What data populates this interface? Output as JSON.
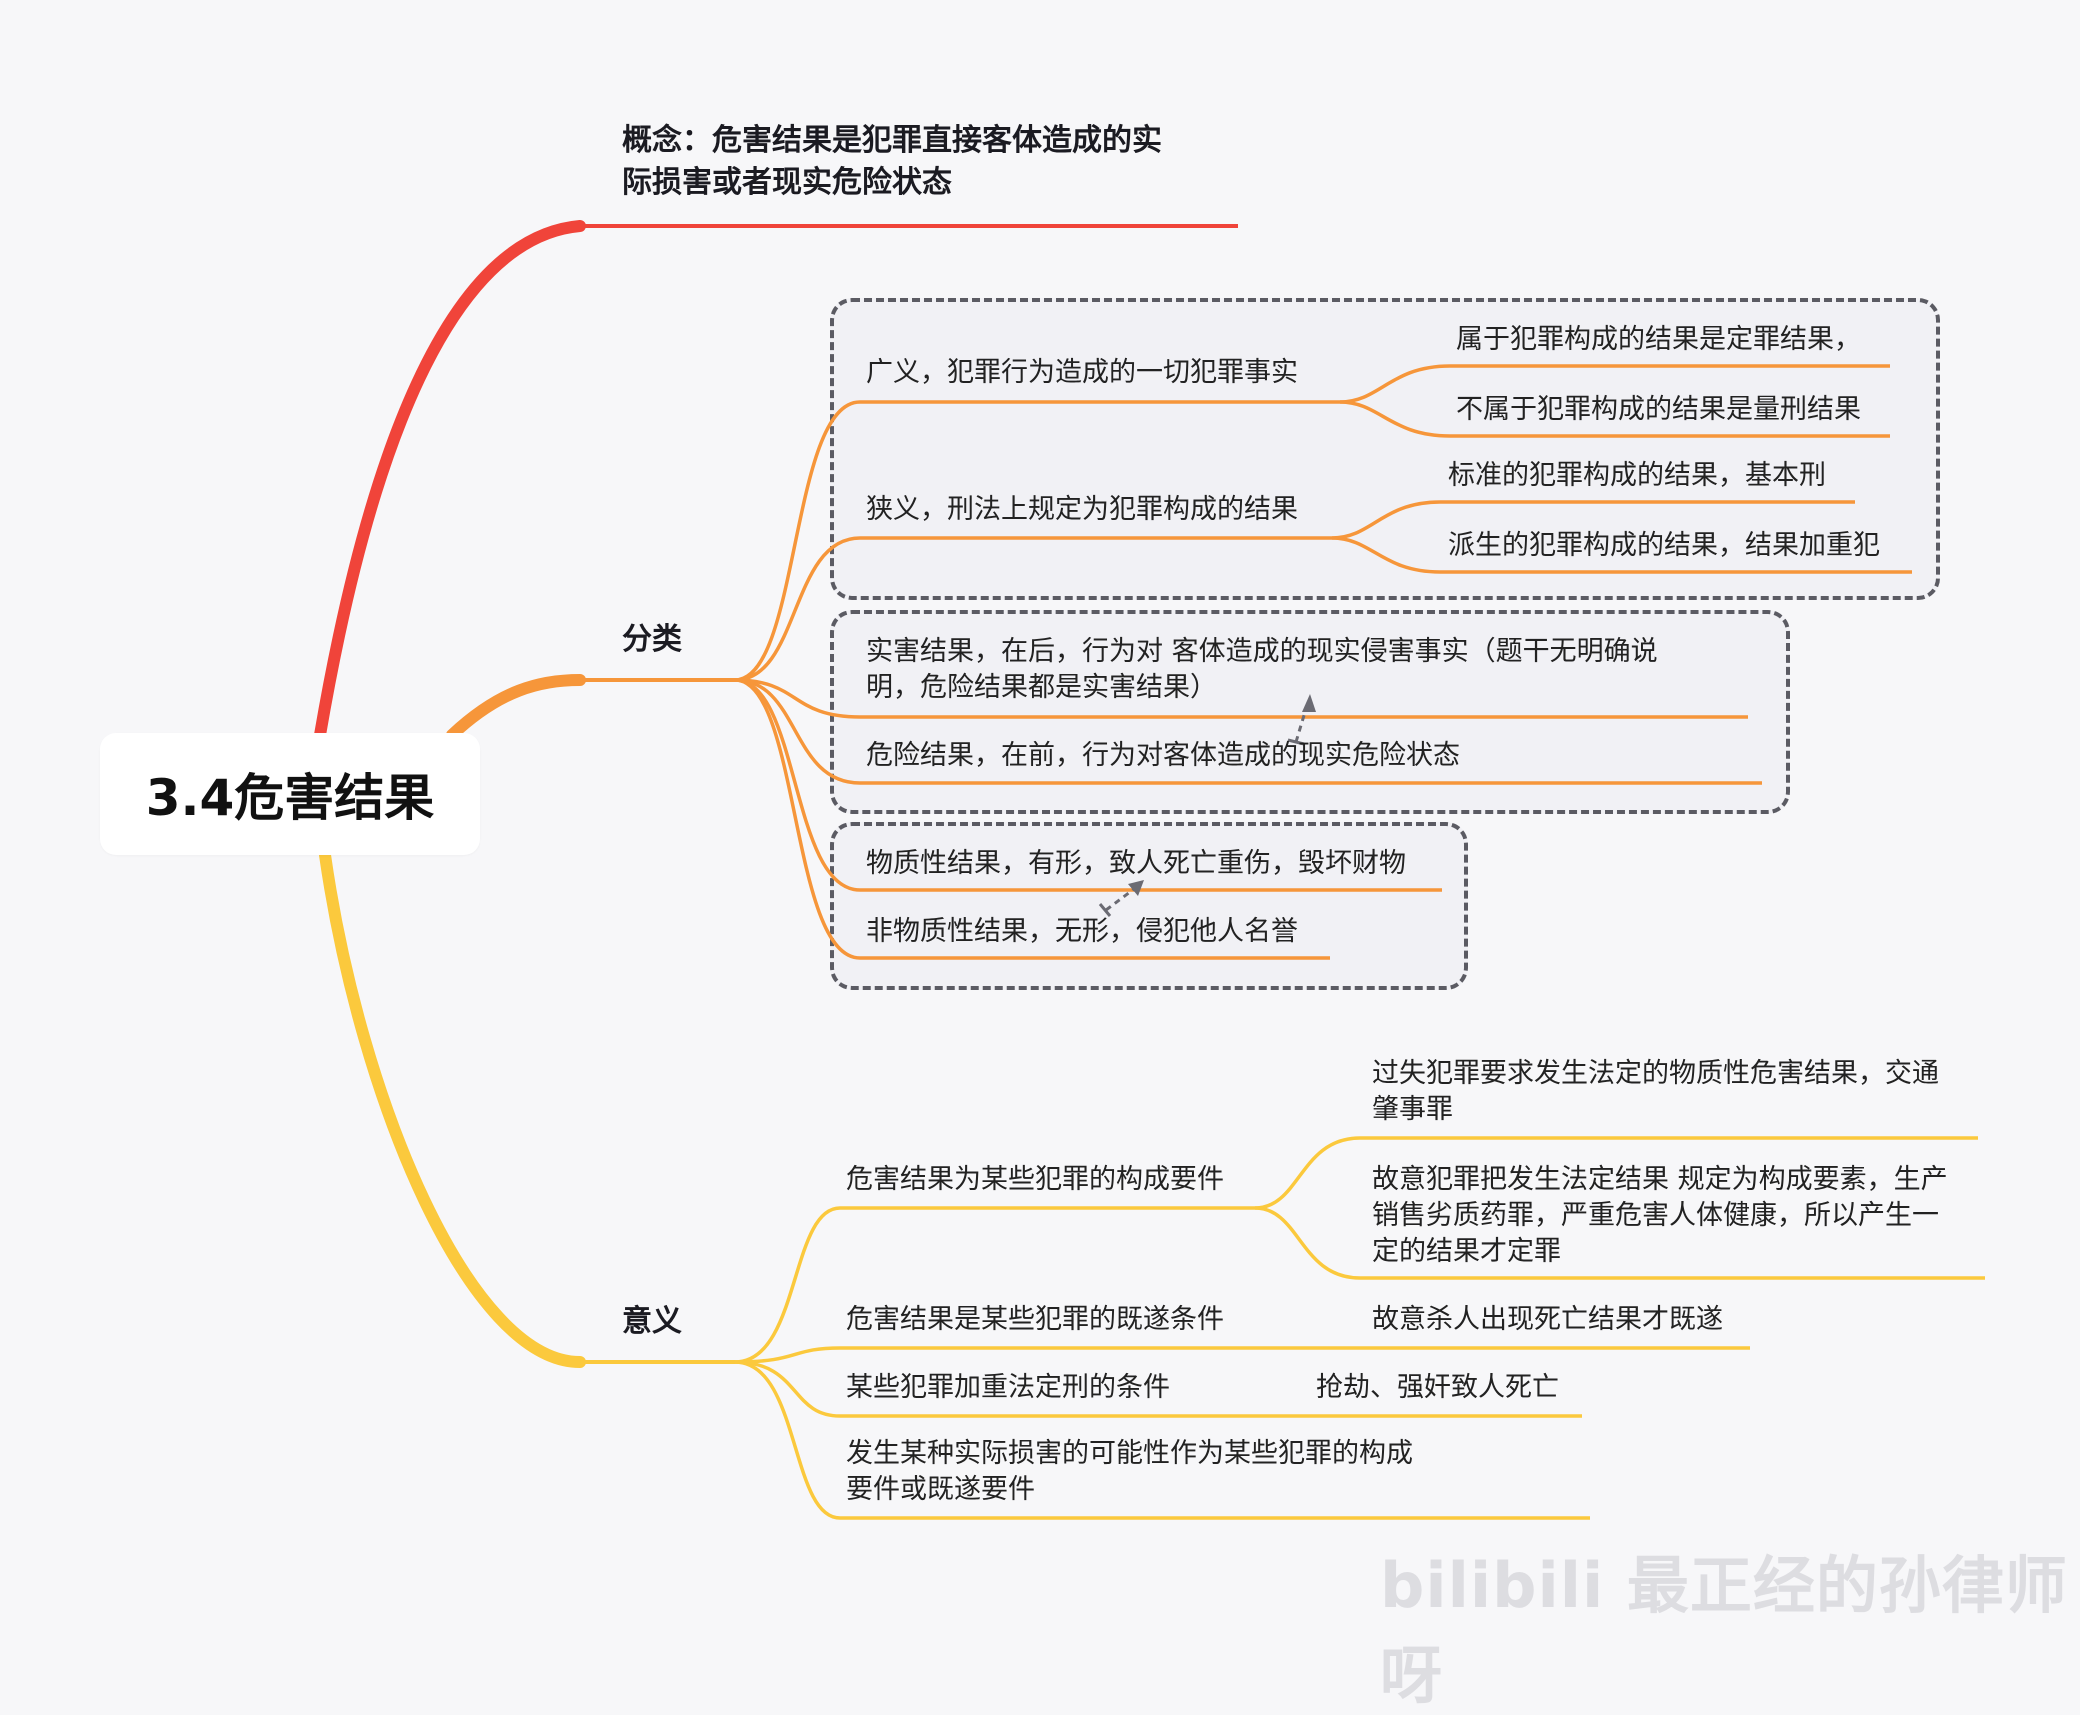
{
  "root": {
    "label": "3.4危害结果"
  },
  "concept": {
    "label_line1": "概念：危害结果是犯罪直接客体造成的实",
    "label_line2": "际损害或者现实危险状态"
  },
  "classification": {
    "label": "分类",
    "broad": {
      "label": "广义，犯罪行为造成的一切犯罪事实",
      "children": [
        "属于犯罪构成的结果是定罪结果，",
        "不属于犯罪构成的结果是量刑结果"
      ]
    },
    "narrow": {
      "label": "狭义，刑法上规定为犯罪构成的结果",
      "children": [
        "标准的犯罪构成的结果，基本刑",
        "派生的犯罪构成的结果，结果加重犯"
      ]
    },
    "actual": {
      "line1": "实害结果，在后，行为对 客体造成的现实侵害事实（题干无明确说",
      "line2": "明，危险结果都是实害结果）"
    },
    "danger": {
      "label": "危险结果，在前，行为对客体造成的现实危险状态"
    },
    "material": {
      "label": "物质性结果，有形，致人死亡重伤，毁坏财物"
    },
    "immaterial": {
      "label": "非物质性结果，无形，侵犯他人名誉"
    }
  },
  "significance": {
    "label": "意义",
    "element": {
      "label": "危害结果为某些犯罪的构成要件",
      "child1_line1": "过失犯罪要求发生法定的物质性危害结果，交通",
      "child1_line2": "肇事罪",
      "child2_line1": "故意犯罪把发生法定结果 规定为构成要素，生产",
      "child2_line2": "销售劣质药罪，严重危害人体健康，所以产生一",
      "child2_line3": "定的结果才定罪"
    },
    "completion": {
      "label": "危害结果是某些犯罪的既遂条件",
      "child": "故意杀人出现死亡结果才既遂"
    },
    "aggravation": {
      "label": "某些犯罪加重法定刑的条件",
      "child": "抢劫、强奸致人死亡"
    },
    "possibility": {
      "line1": "发生某种实际损害的可能性作为某些犯罪的构成",
      "line2": "要件或既遂要件"
    }
  },
  "colors": {
    "red": "#f0443a",
    "orange": "#f6963a",
    "yellow": "#fbc93d",
    "relation": "#6b6b73"
  },
  "watermark": "bilibili 最正经的孙律师呀"
}
